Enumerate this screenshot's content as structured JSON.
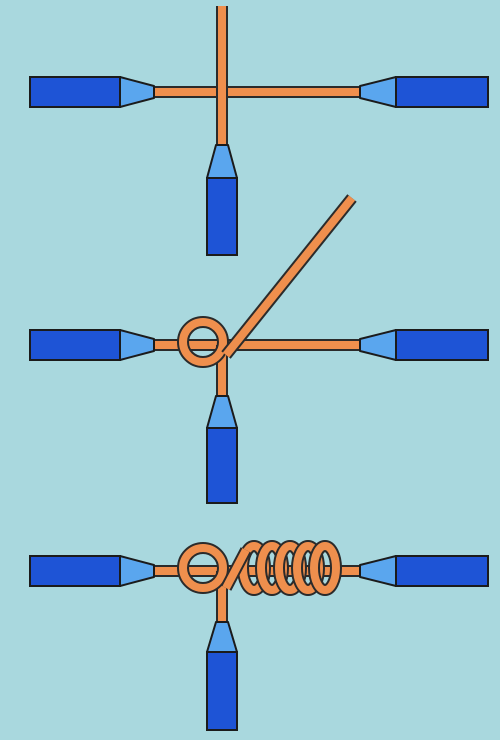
{
  "diagram": {
    "stages": [
      {
        "name": "wires-crossed"
      },
      {
        "name": "loop-formed"
      },
      {
        "name": "wire-wound-coil"
      }
    ],
    "colors": {
      "background": "#a9d8de",
      "insulation": "#1e54d6",
      "insulation_taper": "#5aa6ee",
      "copper": "#ef8f4d",
      "outline": "#2b2b2b"
    }
  }
}
